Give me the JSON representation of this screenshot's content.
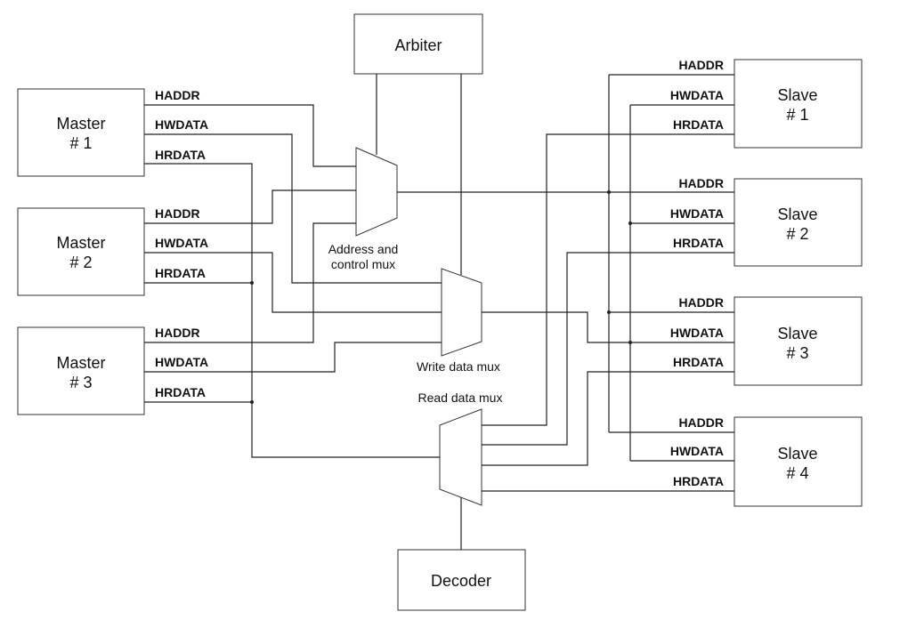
{
  "blocks": {
    "arbiter": "Arbiter",
    "decoder": "Decoder",
    "masters": [
      {
        "line1": "Master",
        "line2": "# 1"
      },
      {
        "line1": "Master",
        "line2": "# 2"
      },
      {
        "line1": "Master",
        "line2": "# 3"
      }
    ],
    "slaves": [
      {
        "line1": "Slave",
        "line2": "# 1"
      },
      {
        "line1": "Slave",
        "line2": "# 2"
      },
      {
        "line1": "Slave",
        "line2": "# 3"
      },
      {
        "line1": "Slave",
        "line2": "# 4"
      }
    ]
  },
  "muxes": {
    "address": {
      "line1": "Address and",
      "line2": "control mux"
    },
    "write": "Write data mux",
    "read": "Read data mux"
  },
  "signals": {
    "haddr": "HADDR",
    "hwdata": "HWDATA",
    "hrdata": "HRDATA"
  }
}
